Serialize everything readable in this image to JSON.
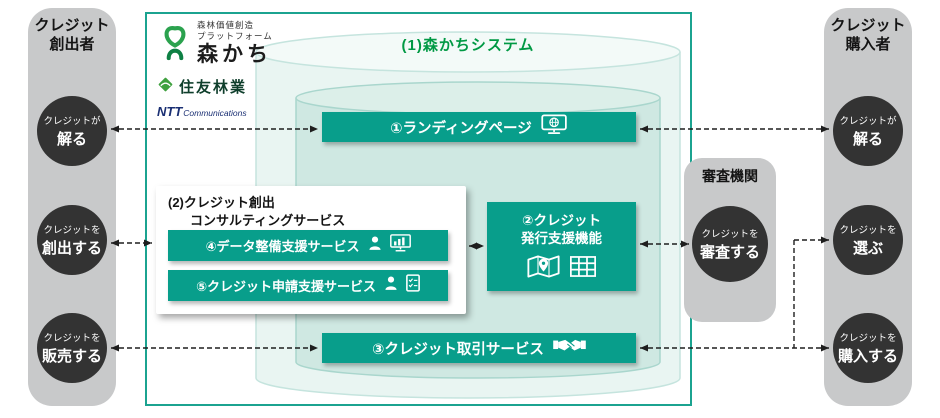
{
  "colors": {
    "teal": "#089e8b",
    "panel_gray": "#c8c9ca",
    "circle_dark": "#333333",
    "title_green": "#009944",
    "border_teal": "#1ba390",
    "ntt_blue": "#1a2f73"
  },
  "left_panel": {
    "title_line1": "クレジット",
    "title_line2": "創出者",
    "circles": [
      {
        "line1": "クレジットが",
        "line2": "解る"
      },
      {
        "line1": "クレジットを",
        "line2": "創出する"
      },
      {
        "line1": "クレジットを",
        "line2": "販売する"
      }
    ]
  },
  "right_panel": {
    "title_line1": "クレジット",
    "title_line2": "購入者",
    "circles": [
      {
        "line1": "クレジットが",
        "line2": "解る"
      },
      {
        "line1": "クレジットを",
        "line2": "選ぶ"
      },
      {
        "line1": "クレジットを",
        "line2": "購入する"
      }
    ]
  },
  "auditor": {
    "title": "審査機関",
    "circle": {
      "line1": "クレジットを",
      "line2": "審査する"
    }
  },
  "logos": {
    "morikachi_line1": "森林価値創造",
    "morikachi_line2": "プラットフォーム",
    "morikachi_name": "森かち",
    "sumitomo": "住友林業",
    "ntt_bold": "NTT",
    "ntt_rest": "Communications"
  },
  "system": {
    "title": "(1)森かちシステム",
    "landing_label": "①ランディングページ",
    "issuance_line1": "②クレジット",
    "issuance_line2": "発行支援機能",
    "trading_label": "③クレジット取引サービス",
    "consulting_line1": "(2)クレジット創出",
    "consulting_line2": "コンサルティングサービス",
    "data_service_label": "④データ整備支援サービス",
    "application_service_label": "⑤クレジット申請支援サービス"
  },
  "icons": {
    "landing": "monitor-globe-icon",
    "issuance": [
      "map-pin-icon",
      "table-grid-icon"
    ],
    "trading": "handshake-icon",
    "data_service": [
      "person-icon",
      "monitor-chart-icon"
    ],
    "application_service": [
      "person-icon",
      "document-check-icon"
    ],
    "morikachi": "morikachi-leaf-knot-icon",
    "sumitomo": "sumitomo-diamond-icon"
  }
}
